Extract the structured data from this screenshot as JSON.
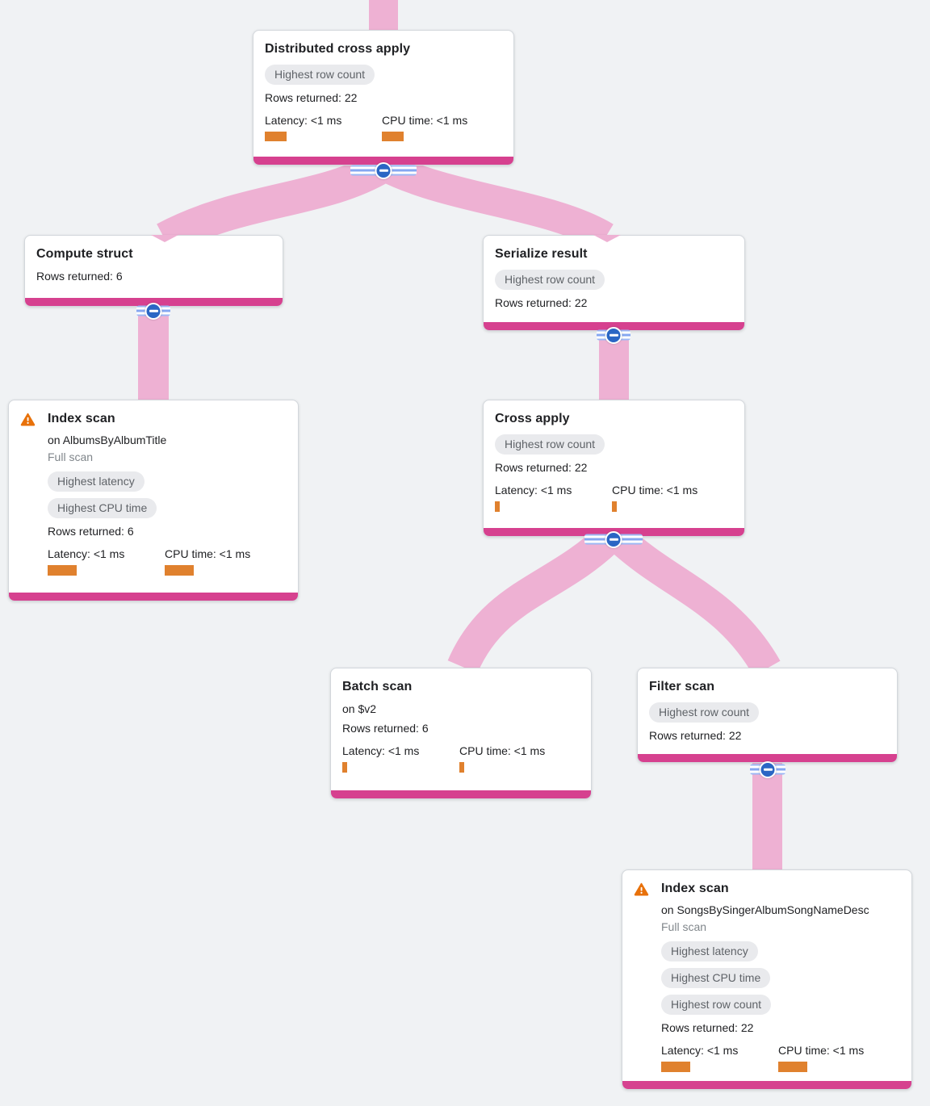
{
  "app": {
    "title": "Query execution plan graph"
  },
  "colors": {
    "background": "#f0f2f4",
    "node_footer_pink": "#d6418f",
    "edge_pink": "#eeb1d3",
    "metric_bar_orange": "#e0812e",
    "warning_orange": "#e8710a",
    "badge_bg": "#e9eaed",
    "badge_text": "#5f6368",
    "collapse_blue": "#2a66c4"
  },
  "badge_labels": {
    "highest_row_count": "Highest row count",
    "highest_latency": "Highest latency",
    "highest_cpu_time": "Highest CPU time"
  },
  "nodes": [
    {
      "title": "Distributed cross apply",
      "badges": [
        "Highest row count"
      ],
      "rows": "Rows returned: 22",
      "metrics": {
        "latency_label": "Latency: <1 ms",
        "cpu_label": "CPU time: <1 ms",
        "latency_bar": 27,
        "cpu_bar": 27
      }
    },
    {
      "title": "Compute struct",
      "rows": "Rows returned: 6"
    },
    {
      "title": "Serialize result",
      "badges": [
        "Highest row count"
      ],
      "rows": "Rows returned: 22"
    },
    {
      "title": "Index scan",
      "warning": true,
      "subtitle": "on AlbumsByAlbumTitle",
      "note": "Full scan",
      "badges": [
        "Highest latency",
        "Highest CPU time"
      ],
      "rows": "Rows returned: 6",
      "metrics": {
        "latency_label": "Latency: <1 ms",
        "cpu_label": "CPU time: <1 ms",
        "latency_bar": 36,
        "cpu_bar": 36
      }
    },
    {
      "title": "Cross apply",
      "badges": [
        "Highest row count"
      ],
      "rows": "Rows returned: 22",
      "metrics": {
        "latency_label": "Latency: <1 ms",
        "cpu_label": "CPU time: <1 ms",
        "latency_bar": 6,
        "cpu_bar": 6
      }
    },
    {
      "title": "Batch scan",
      "subtitle": "on $v2",
      "rows": "Rows returned: 6",
      "metrics": {
        "latency_label": "Latency: <1 ms",
        "cpu_label": "CPU time: <1 ms",
        "latency_bar": 6,
        "cpu_bar": 6
      }
    },
    {
      "title": "Filter scan",
      "badges": [
        "Highest row count"
      ],
      "rows": "Rows returned: 22"
    },
    {
      "title": "Index scan",
      "warning": true,
      "subtitle": "on SongsBySingerAlbumSongNameDesc",
      "note": "Full scan",
      "badges": [
        "Highest latency",
        "Highest CPU time",
        "Highest row count"
      ],
      "rows": "Rows returned: 22",
      "metrics": {
        "latency_label": "Latency: <1 ms",
        "cpu_label": "CPU time: <1 ms",
        "latency_bar": 36,
        "cpu_bar": 36
      }
    }
  ]
}
